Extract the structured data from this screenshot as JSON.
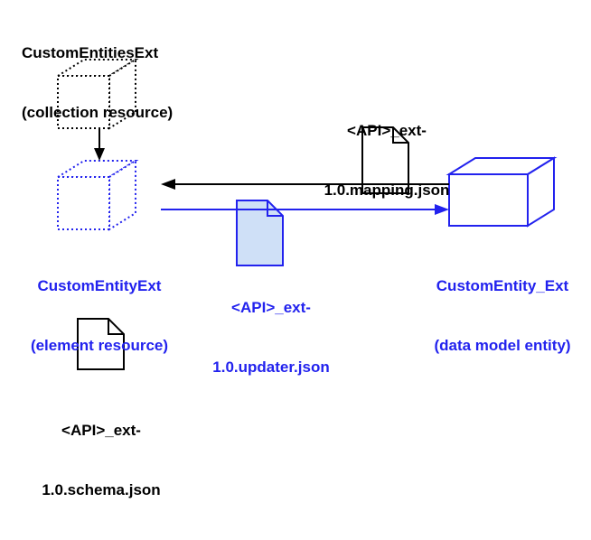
{
  "diagram": {
    "title_color_black": "#000000",
    "title_color_blue": "#2222ee",
    "nodes": {
      "collection_resource": {
        "name_line1": "CustomEntitiesExt",
        "name_line2": "(collection resource)",
        "shape": "dotted-cube-black"
      },
      "element_resource": {
        "name_line1": "CustomEntityExt",
        "name_line2": "(element resource)",
        "shape": "dotted-cube-blue"
      },
      "data_model_entity": {
        "name_line1": "CustomEntity_Ext",
        "name_line2": "(data model entity)",
        "shape": "solid-cube-blue"
      },
      "mapping_file": {
        "name_line1": "<API>_ext-",
        "name_line2": "1.0.mapping.json",
        "shape": "document-white"
      },
      "updater_file": {
        "name_line1": "<API>_ext-",
        "name_line2": "1.0.updater.json",
        "shape": "document-blue"
      },
      "schema_file": {
        "name_line1": "<API>_ext-",
        "name_line2": "1.0.schema.json",
        "shape": "document-white"
      }
    },
    "connectors": {
      "collection_to_element": "arrow-down-black",
      "entity_to_element": "arrow-left-black",
      "element_to_entity": "arrow-right-blue"
    }
  }
}
